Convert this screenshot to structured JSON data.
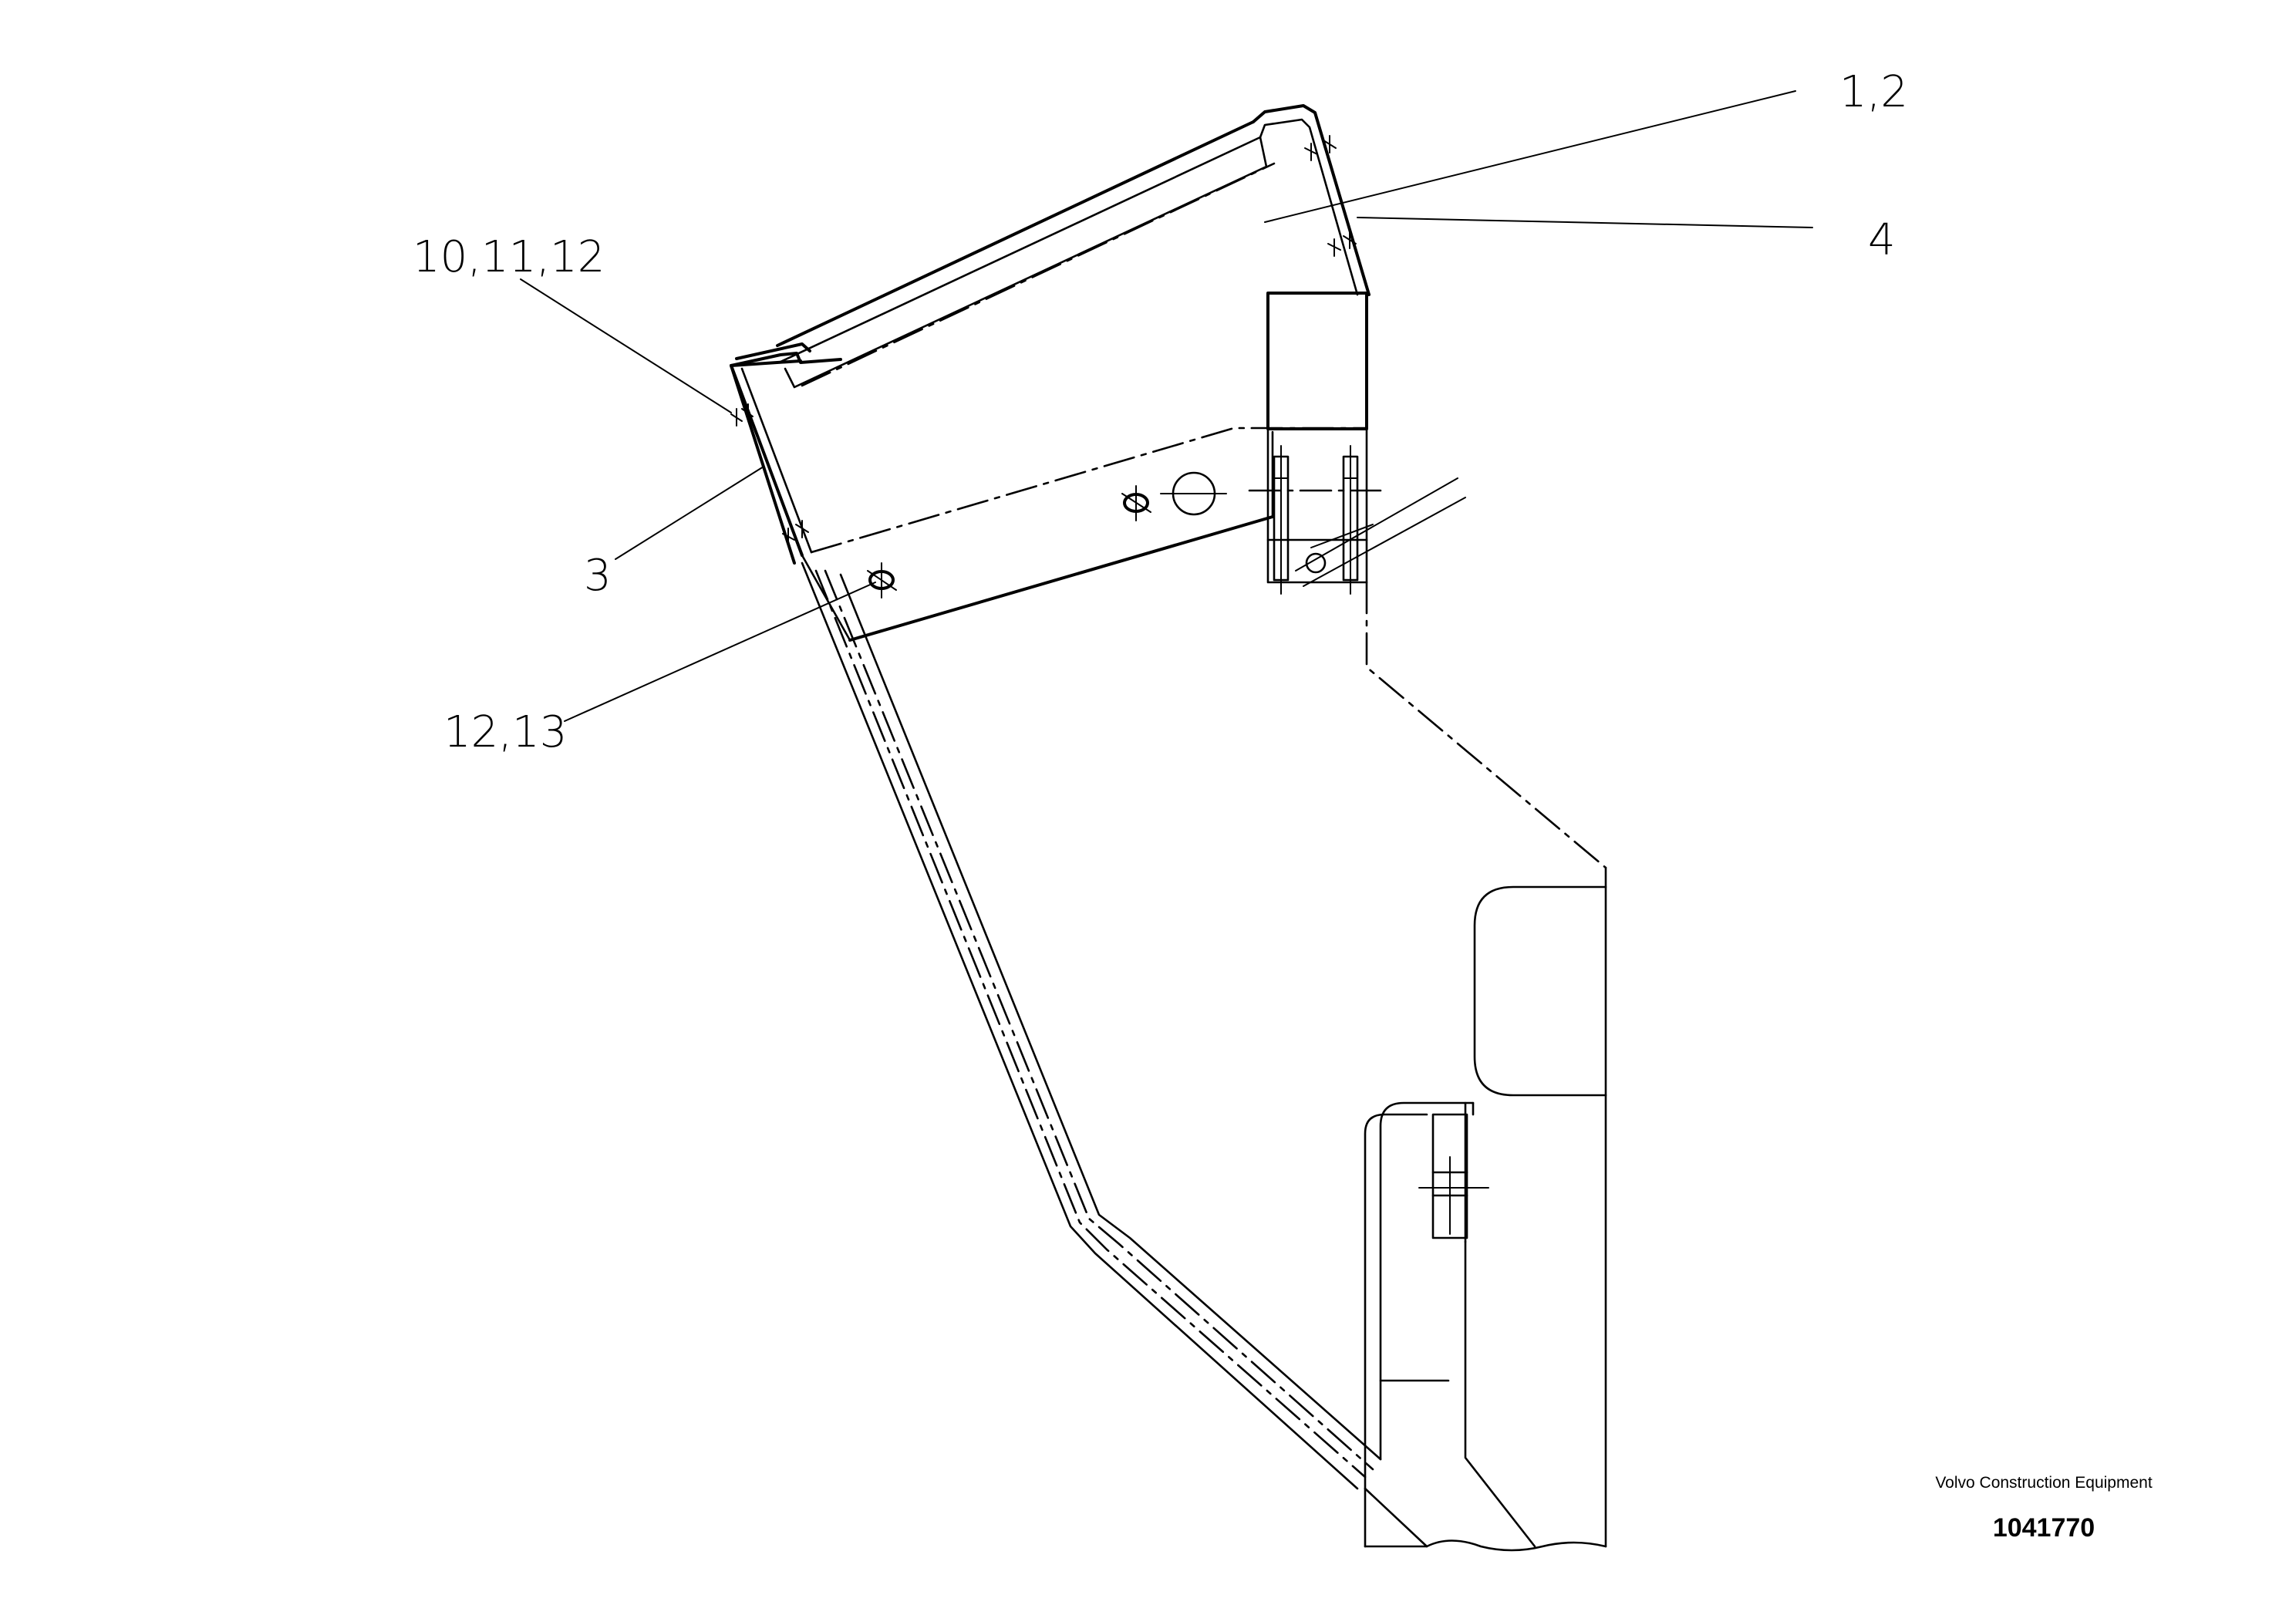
{
  "callouts": [
    {
      "id": "c1",
      "label": "1,2"
    },
    {
      "id": "c2",
      "label": "4"
    },
    {
      "id": "c3",
      "label": "10,11,12"
    },
    {
      "id": "c4",
      "label": "3"
    },
    {
      "id": "c5",
      "label": "12,13"
    }
  ],
  "footer": {
    "brand": "Volvo Construction Equipment",
    "drawing_number": "1041770"
  }
}
